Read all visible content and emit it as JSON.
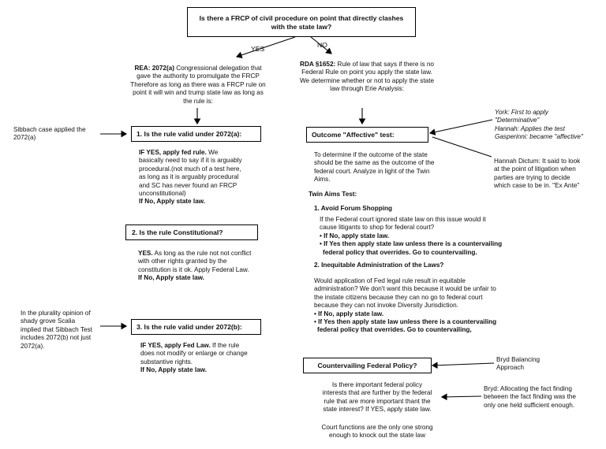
{
  "top_question": {
    "line1": "Is there a FRCP of civil procedure on point that directly clashes",
    "line2": "with the state law?"
  },
  "branch_yes": "YES",
  "branch_no": "NO",
  "rea": {
    "lead": "REA: 2072(a)",
    "l1": " Congressional delegation that",
    "l2": "gave the authority to promulgate the FRCP",
    "l3": "Therefore as long as there was a FRCP rule on",
    "l4": "point it will win and trump state law as long as",
    "l5": "the rule is:"
  },
  "rda": {
    "lead": "RDA §1652:",
    "l1": " Rule of law that says if there is no",
    "l2": "Federal Rule on point you apply the state law.",
    "l3": "We determine whether or not to apply the state",
    "l4": "law through Erie Analysis:"
  },
  "sibbach_note": {
    "l1": "Sibbach case applied the",
    "l2": "2072(a)"
  },
  "step1": {
    "title": "1. Is the rule valid under 2072(a):",
    "lead": "IF YES, apply fed rule.",
    "l1": " We",
    "l2": "basically need to say if it is arguably",
    "l3": "procedural.(not much of a test here,",
    "l4": "as long as it is arguably procedural",
    "l5": "and SC has never found an FRCP",
    "l6": "unconstitutional)",
    "no": "If No, Apply state law."
  },
  "step2": {
    "title": "2. Is the rule Constitutional?",
    "lead": "YES.",
    "l1": " As long as the rule not not conflict",
    "l2": "with other rights granted by the",
    "l3": "constitution is it ok. Apply Federal Law.",
    "no": "If No, Apply state law."
  },
  "plurality_note": {
    "l1": "In the plurality opinion of",
    "l2": "shady grove Scalia",
    "l3": "implied that Sibbach Test",
    "l4": "includes 2072(b) not just",
    "l5": "2072(a)."
  },
  "step3": {
    "title": "3. Is the rule valid under 2072(b):",
    "lead": "IF YES, apply Fed Law.",
    "l1": " If the rule",
    "l2": "does not modify or enlarge or change",
    "l3": "substantive rights.",
    "no": "If No, Apply state law."
  },
  "outcome_box": "Outcome \"Affective\" test:",
  "cases_note": {
    "l1": "York: First to apply",
    "l2": "\"Determinative\"",
    "l3": "Hannah: Applies the test",
    "l4": "Gasperinni: became \"affective\""
  },
  "dictum_note": {
    "l1": "Hannah Dictum: It said to look",
    "l2": "at the point of litigation when",
    "l3": "parties are trying to decide",
    "l4": "which case to be in.  \"Ex Ante\""
  },
  "outcome_desc": {
    "l1": "To determine if the outcome of the state",
    "l2": "should be the same as the outcome of the",
    "l3": "federal court. Analyze in light of the Twin",
    "l4": "Aims."
  },
  "twin_aims": {
    "title": "Twin Aims Test:",
    "s1_title": "1. Avoid Forum Shopping",
    "s1_l1": "If the Federal court ignored state law on this issue would it",
    "s1_l2": "cause litigants to shop for federal court?",
    "s1_no": "• If No, apply state law.",
    "s1_yes1": "• If Yes then apply state law unless there is a countervailing",
    "s1_yes2": "federal policy that overrides. Go to countervailing.",
    "s2_title": "2. Inequitable Administration of the Laws?",
    "s2_l1": "Would application of Fed legal rule result in equitable",
    "s2_l2": "administration? We don't want this because it would be unfair to",
    "s2_l3": "the instate citizens because they can no go to federal court",
    "s2_l4": "because they can not invoke Diversity Jurisdiction.",
    "s2_no": "• If No, apply state law.",
    "s2_yes1": "• If Yes then apply state law unless there is a countervailing",
    "s2_yes2": "federal policy that overrides. Go to countervailing,"
  },
  "countervailing_box": "Countervailing Federal Policy?",
  "byrd_balancing": {
    "l1": "Bryd Balancing",
    "l2": "Approach"
  },
  "countervailing_desc": {
    "l1": "Is there important federal policy",
    "l2": "interests that are further by the federal",
    "l3": "rule that are more important thant the",
    "l4": "state interest? If YES, apply state law."
  },
  "byrd_note": {
    "l1": "Bryd: Allocating the fact finding",
    "l2": "between the fact finding was the",
    "l3": "only one held sufficient enough."
  },
  "court_functions": {
    "l1": "Court functions are the only one strong",
    "l2": "enough to knock out the state law"
  }
}
